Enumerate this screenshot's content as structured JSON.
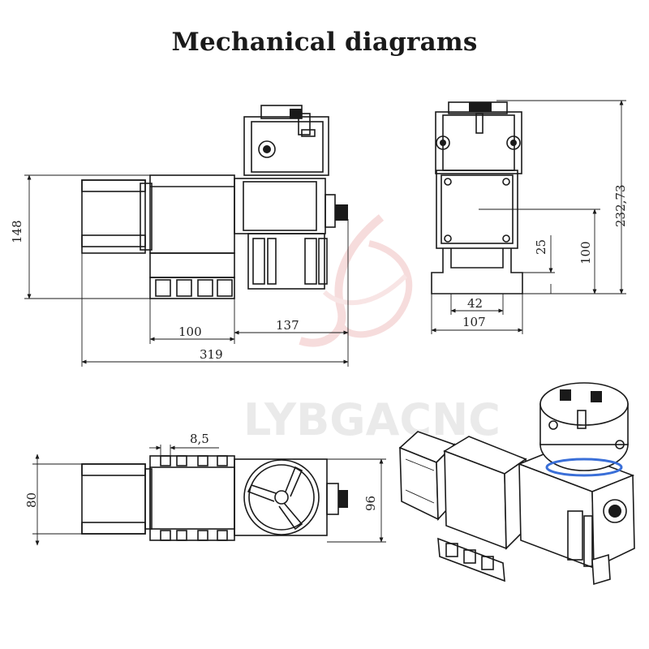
{
  "title": "Mechanical diagrams",
  "watermark": "LYBGACNC",
  "dimensions": {
    "front_height": "148",
    "front_width_a": "100",
    "front_width_b": "137",
    "front_total": "319",
    "side_total_height": "232,73",
    "side_center_height": "100",
    "side_small_height": "25",
    "side_inner_width": "42",
    "side_base_width": "107",
    "top_height": "80",
    "top_pitch": "8,5",
    "top_chuck_height": "96"
  },
  "colors": {
    "line": "#1a1a1a",
    "watermark_logo": "#f2c6c6",
    "accent_ring": "#3a6fd8"
  }
}
